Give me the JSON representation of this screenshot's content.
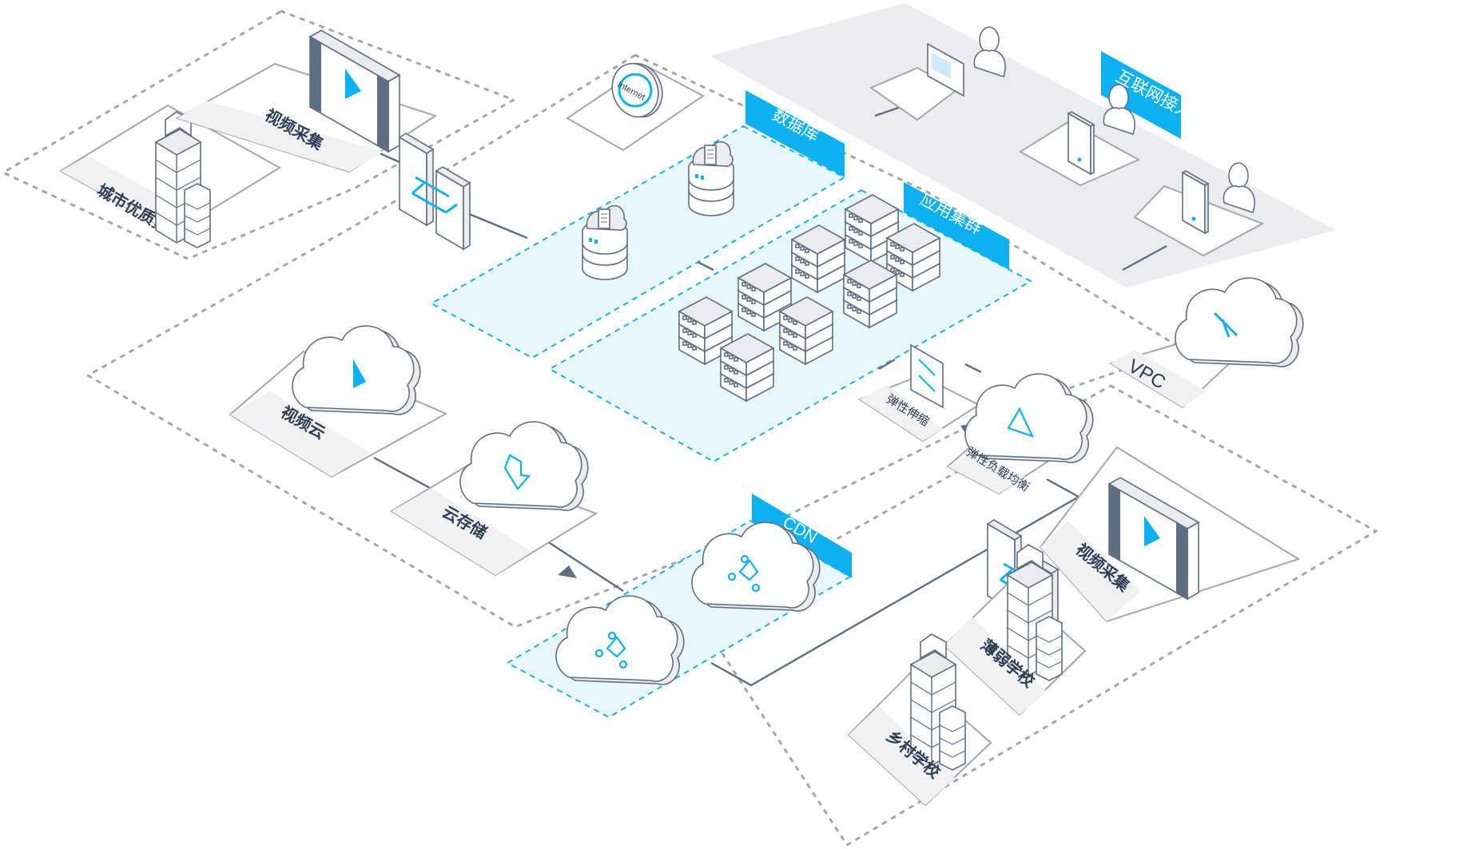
{
  "diagram": {
    "accent_color": "#0bb1f0",
    "zone_labels": {
      "database": "数据库",
      "app_cluster": "应用集群",
      "cdn": "CDN",
      "internet_access": "互联网接入"
    },
    "nodes": {
      "city_resources": "城市优质资源",
      "video_capture_top": "视频采集",
      "internet": "Internet",
      "video_cloud": "视频云",
      "cloud_storage": "云存储",
      "auto_scaling": "弹性伸缩",
      "load_balancer": "弹性负载均衡",
      "vpc": "VPC",
      "weak_school": "薄弱学校",
      "rural_school": "乡村学校",
      "video_capture_bottom": "视频采集"
    },
    "icons": {
      "video-player": "film-strip with play triangle",
      "building": "office towers",
      "transfer": "two-way arrows gateway",
      "globe": "internet globe",
      "db": "cloud database",
      "server": "rack server stack",
      "cloud-play": "cloud with play",
      "cloud-download": "cloud with download arrow",
      "cloud-network": "cloud with nodes",
      "cloud-triangle": "cloud with triangle network",
      "scale": "expand arrows",
      "monitor": "desktop computer",
      "phone": "mobile phone",
      "user": "person"
    }
  }
}
